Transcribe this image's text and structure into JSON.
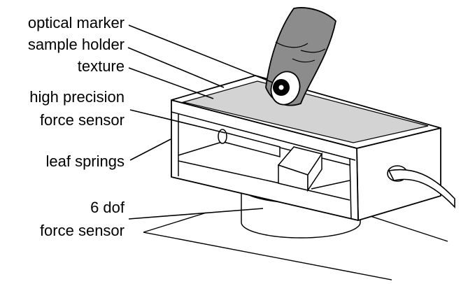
{
  "labels": {
    "optical_marker": "optical marker",
    "sample_holder": "sample holder",
    "texture": "texture",
    "high_precision": "high precision",
    "force_sensor_1": "force sensor",
    "leaf_springs": "leaf springs",
    "six_dof": "6 dof",
    "force_sensor_2": "force sensor"
  },
  "colors": {
    "line": "#000000",
    "texture_fill": "#d3d3d3",
    "finger_fill": "#8c8c8c",
    "background": "#ffffff"
  }
}
